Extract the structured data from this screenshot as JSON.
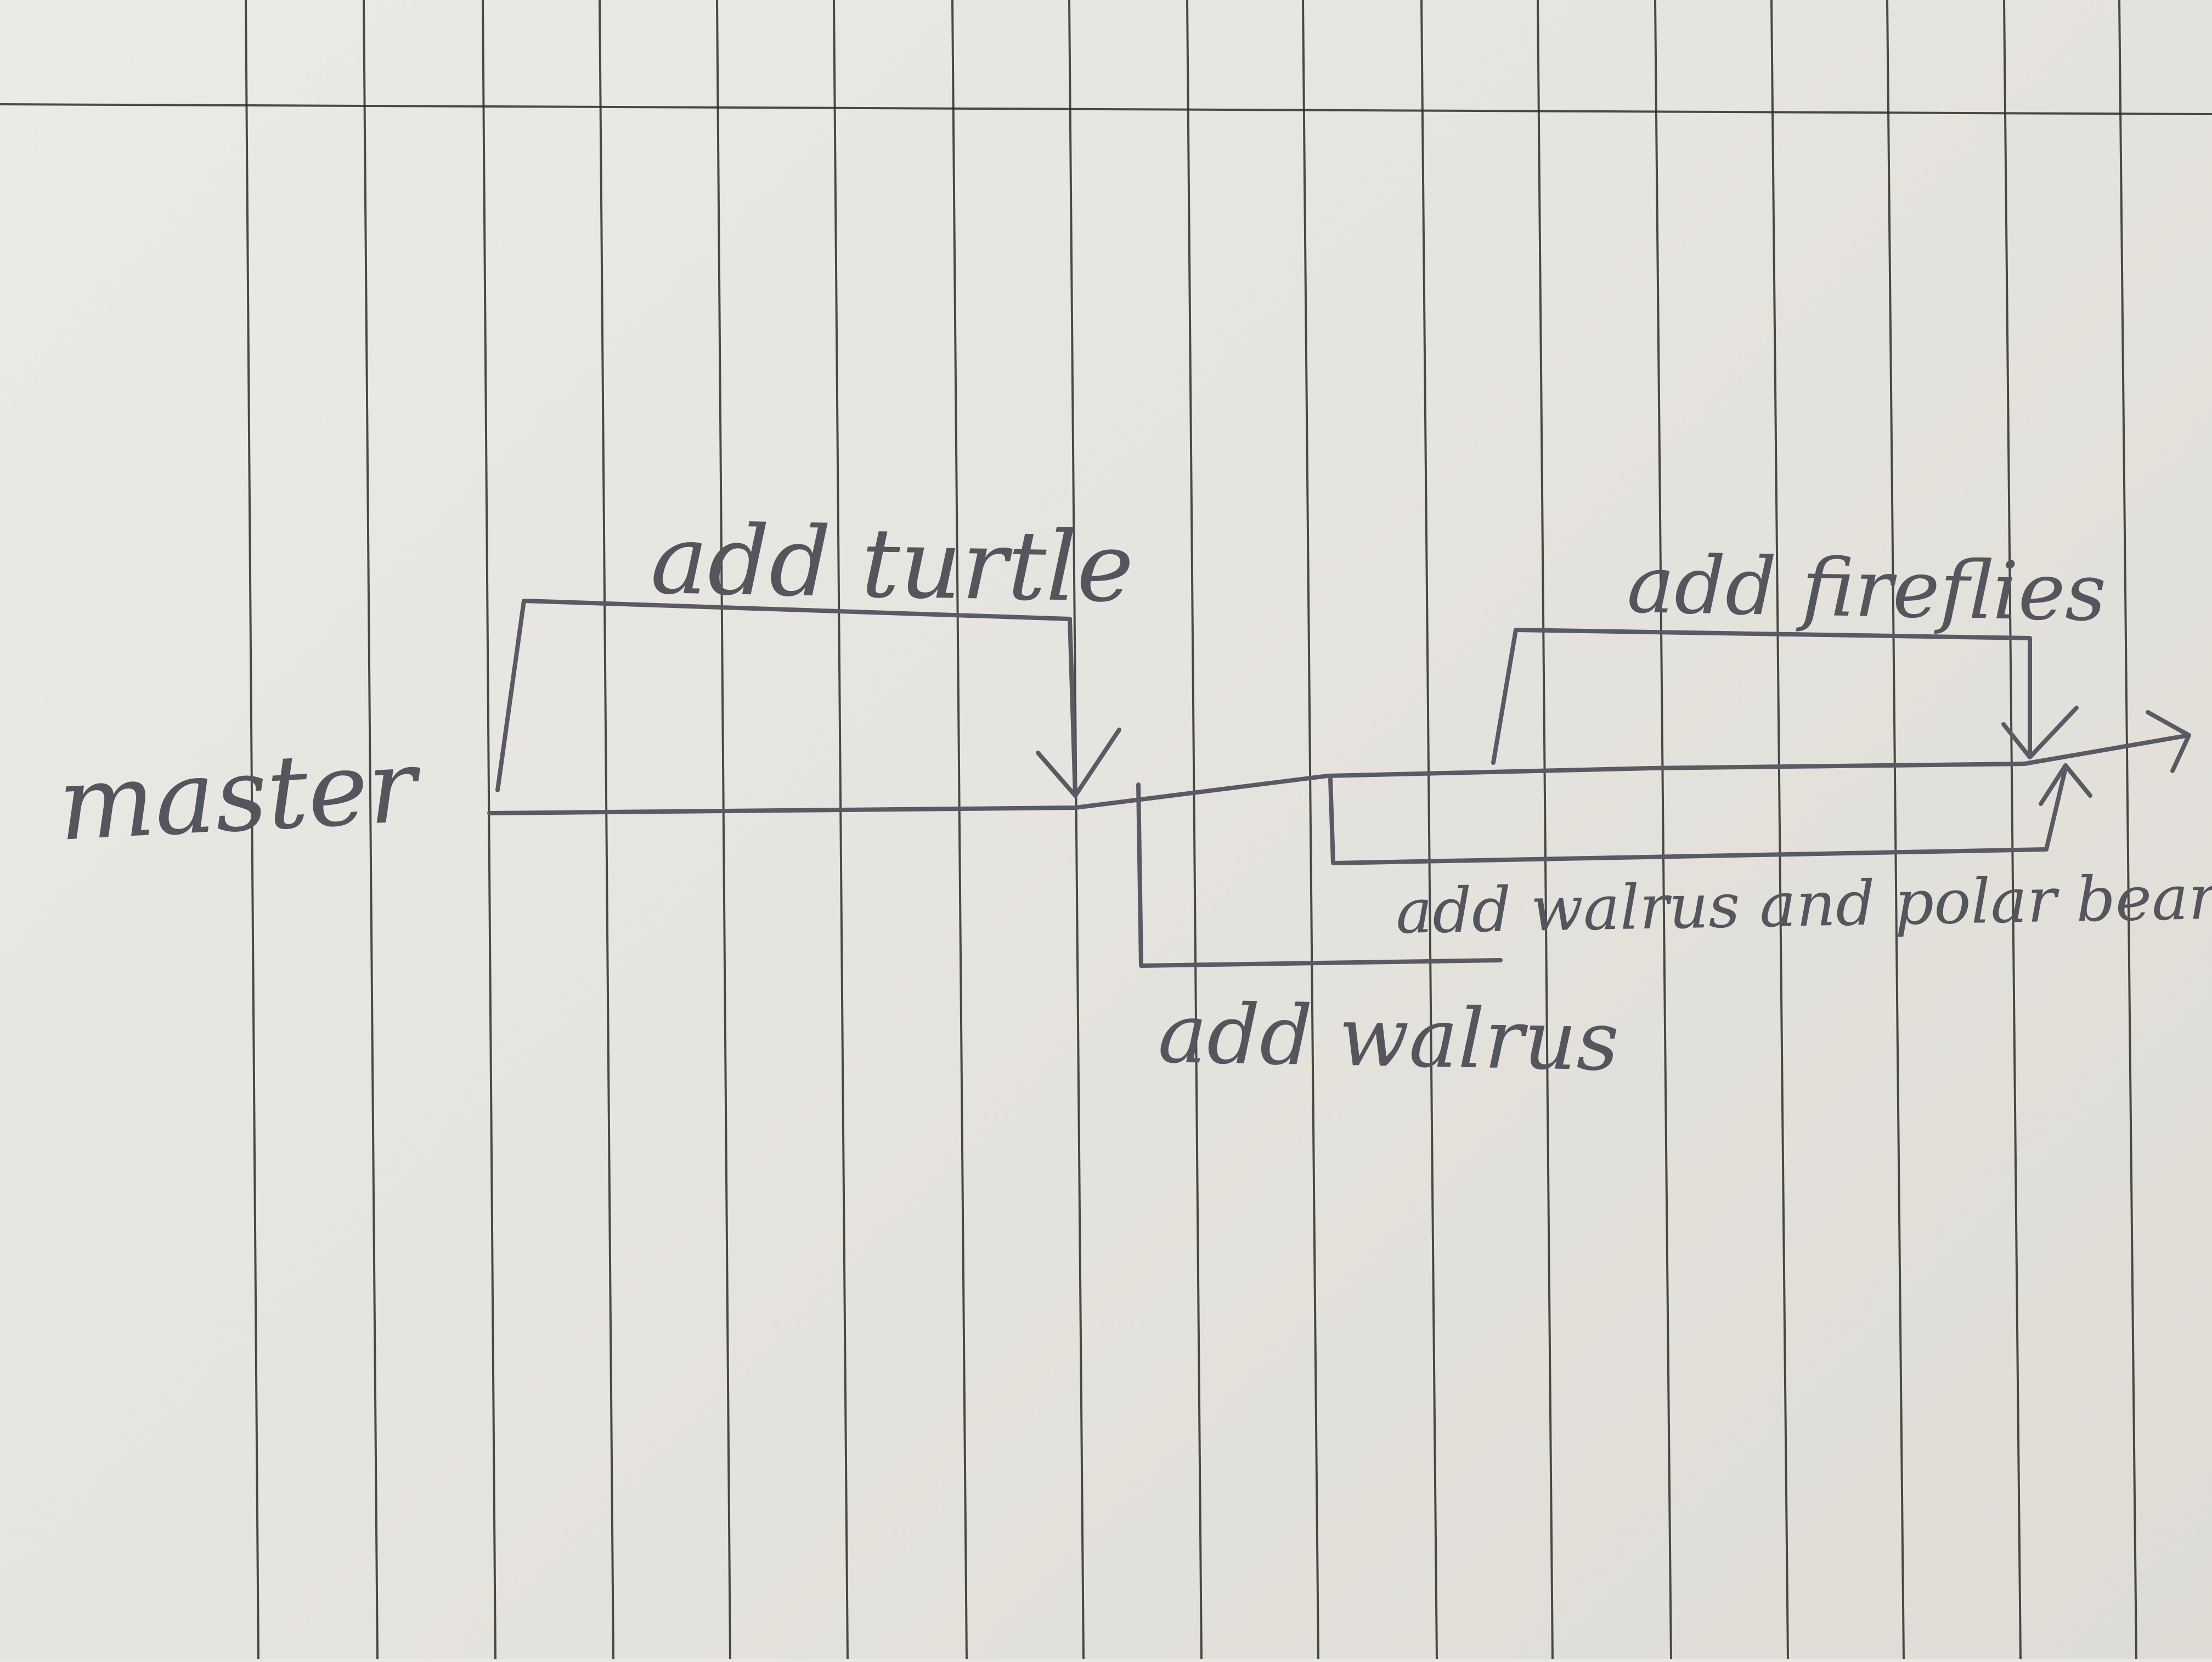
{
  "diagram": {
    "main_branch": {
      "label": "master"
    },
    "branches": [
      {
        "id": "turtle",
        "label": "add turtle",
        "side": "above"
      },
      {
        "id": "walrus",
        "label": "add walrus",
        "side": "below"
      },
      {
        "id": "walrus-polar-bear",
        "label": "add walrus and polar bear",
        "side": "below"
      },
      {
        "id": "fireflies",
        "label": "add fireflies",
        "side": "above"
      }
    ],
    "colors": {
      "paper": "#e8e6e0",
      "rule_lines": "#2e2e30",
      "pencil": "#5a5a64"
    }
  }
}
